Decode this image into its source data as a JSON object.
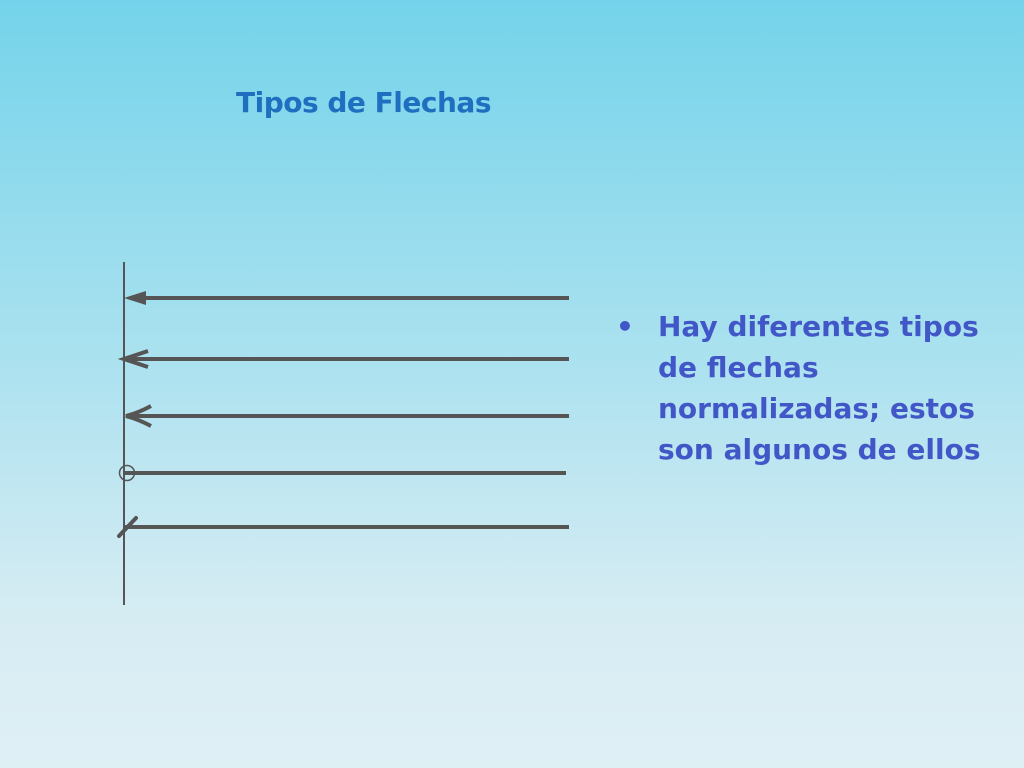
{
  "slide": {
    "title": "Tipos de Flechas",
    "bullets": [
      "Hay diferentes tipos de flechas normalizadas; estos son algunos de ellos"
    ],
    "bullet_symbol": "•"
  },
  "diagram": {
    "arrow_types": [
      "closed-filled-arrowhead",
      "open-angled-arrowhead",
      "open-curved-arrowhead",
      "circle-origin",
      "oblique-tick"
    ],
    "line_color": "#555555"
  },
  "colors": {
    "title": "#1e6fbf",
    "body_text": "#4257c7",
    "background_top": "#74d3ea",
    "background_bottom": "#dff0f5"
  }
}
